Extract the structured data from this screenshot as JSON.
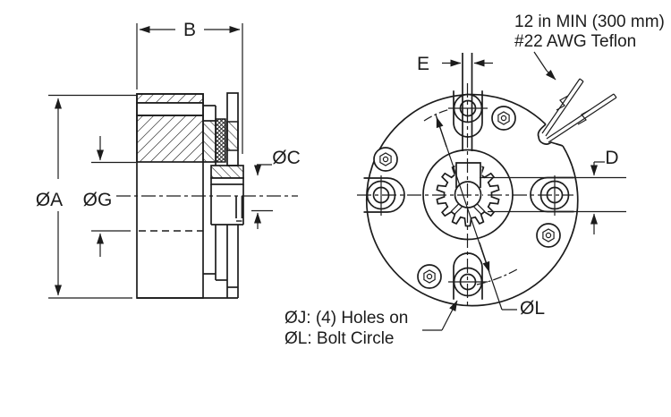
{
  "drawing": {
    "dimensions": {
      "b": "B",
      "a": "ØA",
      "g": "ØG",
      "c": "ØC",
      "e": "E",
      "d": "D",
      "l": "ØL"
    },
    "notes": {
      "wire_line1": "12 in MIN (300 mm)",
      "wire_line2": "#22 AWG Teflon",
      "holes_line1": "ØJ: (4) Holes on",
      "holes_line2": "ØL: Bolt Circle"
    },
    "colors": {
      "line": "#1c1c1c",
      "background": "#ffffff"
    }
  }
}
